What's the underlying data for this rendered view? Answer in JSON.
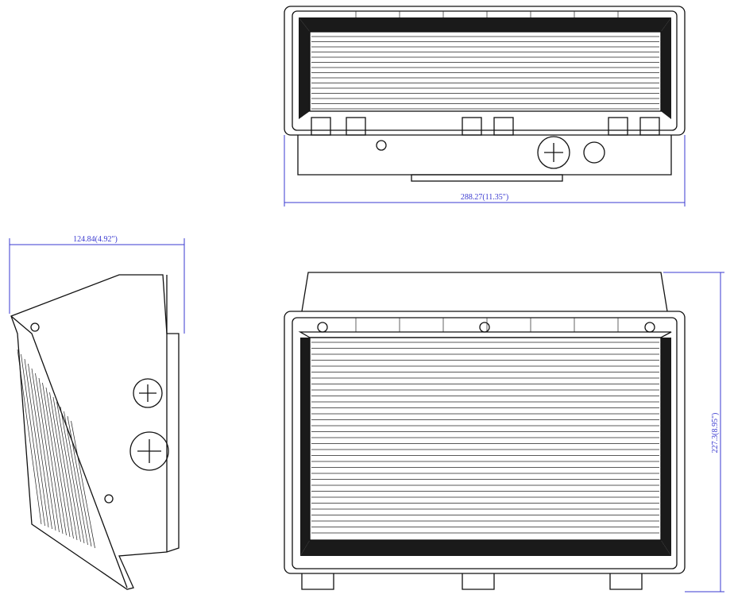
{
  "drawing": {
    "views": [
      "top-view",
      "side-view",
      "front-view"
    ],
    "dimensions": {
      "width": "288.27(11.35\")",
      "depth": "124.84(4.92\")",
      "height": "227.3(8.95\")"
    },
    "colors": {
      "line": "#111111",
      "dimension": "#3a3ad0"
    }
  }
}
